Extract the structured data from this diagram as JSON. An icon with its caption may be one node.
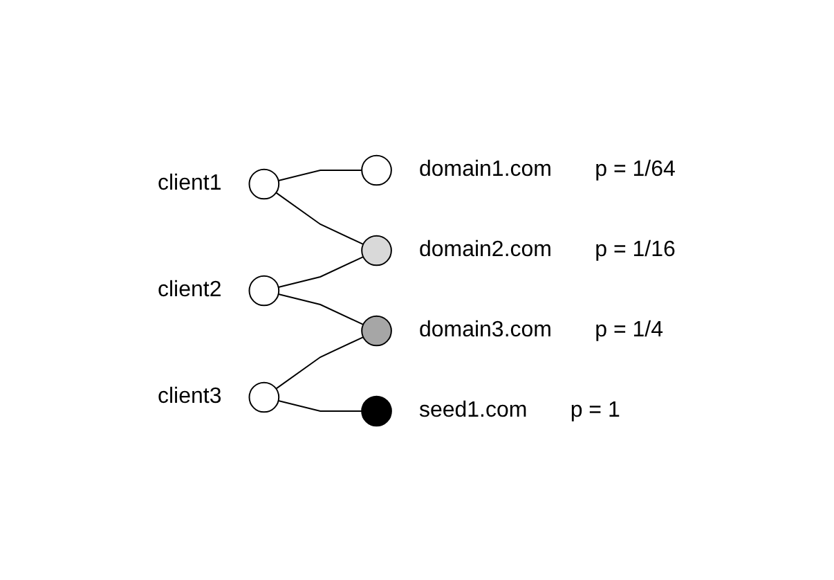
{
  "diagram": {
    "nodes": [
      {
        "text": [],
        "shape": "circle",
        "beside": [
          "domain1.com",
          "p = 1/64"
        ]
      },
      {
        "text": [],
        "shape": "circle",
        "beside": [
          "client1"
        ]
      },
      {
        "text": [],
        "shape": "circle",
        "beside": [
          "domain2.com",
          "p = 1/16"
        ]
      },
      {
        "text": [],
        "shape": "circle",
        "beside": [
          "client2"
        ]
      },
      {
        "text": [],
        "shape": "circle",
        "beside": [
          "domain3.com",
          "p = 1/4"
        ]
      },
      {
        "text": [],
        "shape": "circle",
        "beside": [
          "client3"
        ]
      },
      {
        "text": [],
        "shape": "circle",
        "beside": [
          "seed1.com",
          "p = 1"
        ]
      }
    ],
    "edges": [
      {
        "from": 1,
        "to": 0,
        "arrow": "none"
      },
      {
        "from": 1,
        "to": 2,
        "arrow": "none"
      },
      {
        "from": 3,
        "to": 2,
        "arrow": "none"
      },
      {
        "from": 3,
        "to": 4,
        "arrow": "none"
      },
      {
        "from": 5,
        "to": 4,
        "arrow": "none"
      },
      {
        "from": 5,
        "to": 6,
        "arrow": "none"
      }
    ]
  }
}
